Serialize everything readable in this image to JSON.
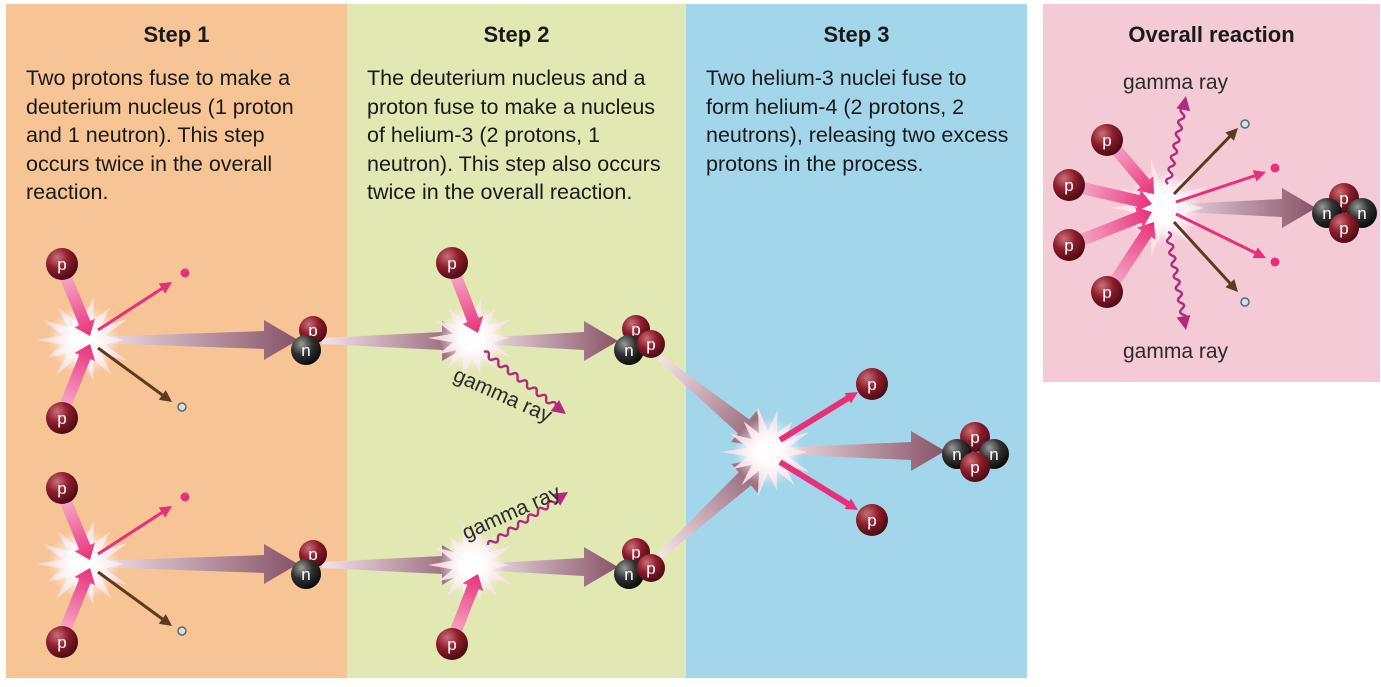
{
  "panels": [
    {
      "title": "Step 1",
      "text": "Two protons fuse to make a deuterium nucleus (1 proton and 1 neutron). This step occurs twice in the overall reaction.",
      "color": "#f7c495"
    },
    {
      "title": "Step 2",
      "text": "The deuterium nucleus and a proton fuse to make a nucleus of helium-3 (2 protons, 1 neutron). This step also occurs twice in the overall reaction.",
      "color": "#e1e8b4"
    },
    {
      "title": "Step 3",
      "text": "Two helium-3 nuclei fuse to form helium-4 (2 protons, 2 neutrons), releasing two excess protons in the process.",
      "color": "#a4d6eb"
    },
    {
      "title": "Overall reaction",
      "text": "",
      "color": "#f5cad7"
    }
  ],
  "labels": {
    "proton": "p",
    "neutron": "n",
    "gamma_ray": "gamma ray"
  },
  "colors": {
    "proton": "#8f1d2c",
    "neutron": "#2c2c2c",
    "flash": "#e8307a",
    "arrow": "#875367",
    "positron": "#e8307a",
    "neutrino": "#5c3a1e"
  }
}
